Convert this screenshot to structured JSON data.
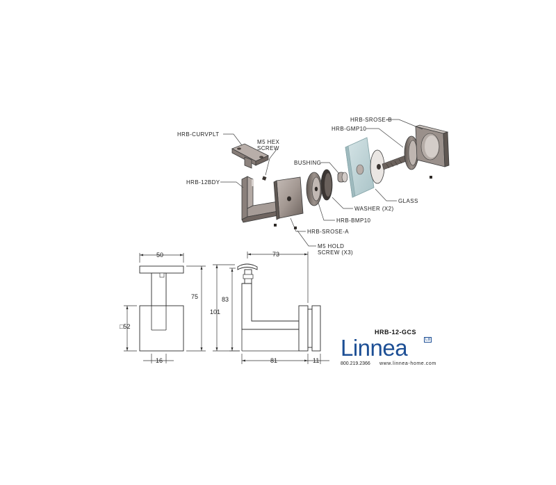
{
  "labels": {
    "curvplt": "HRB-CURVPLT",
    "hex_screw_line1": "M5 HEX",
    "hex_screw_line2": "SCREW",
    "body": "HRB-12BDY",
    "bushing": "BUSHING",
    "srose_b": "HRB-SROSE-B",
    "gmp10": "HRB-GMP10",
    "glass": "GLASS",
    "washer": "WASHER (X2)",
    "bmp10": "HRB-BMP10",
    "srose_a": "HRB-SROSE-A",
    "hold_screw_line1": "M5 HOLD",
    "hold_screw_line2": "SCREW (X3)"
  },
  "dimensions": {
    "front_width": "50",
    "front_height": "75",
    "front_square": "□52",
    "front_stem": "16",
    "side_depth": "73",
    "side_height_inner": "83",
    "side_height_total": "101",
    "side_length": "81",
    "side_rose": "11"
  },
  "brand": {
    "code": "HRB-12-GCS",
    "name": "Linnea",
    "mark": "LB",
    "phone": "800.219.2366",
    "website": "www.linnea-home.com",
    "color": "#1d4f95"
  },
  "colors": {
    "metal": "#a79c96",
    "metal_dark": "#6f6560",
    "glass": "#bfd5d8",
    "line": "#333333"
  }
}
